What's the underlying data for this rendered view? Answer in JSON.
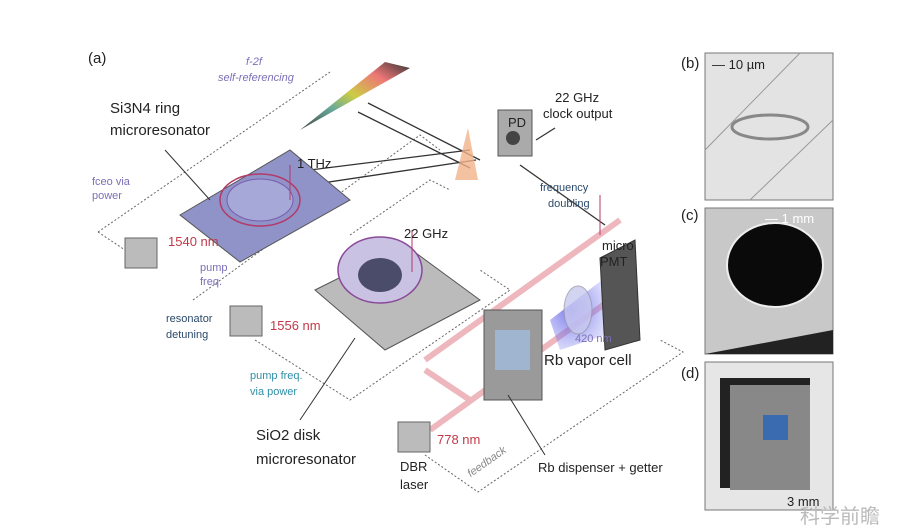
{
  "panel_a": {
    "label": "(a)",
    "f2f": "f-2f",
    "self_ref": "self-referencing",
    "si3n4_line1": "Si3N4 ring",
    "si3n4_line2": "microresonator",
    "one_thz": "1 THz",
    "fceo_line1": "fceo via",
    "fceo_line2": "power",
    "nm1540": "1540 nm",
    "pump_freq_line1": "pump",
    "pump_freq_line2": "freq.",
    "ghz22": "22 GHz",
    "pd": "PD",
    "clock_line1": "22 GHz",
    "clock_line2": "clock output",
    "freq_doubling_line1": "frequency",
    "freq_doubling_line2": "doubling",
    "micro_pmt_line1": "micro",
    "micro_pmt_line2": "PMT",
    "res_detuning_line1": "resonator",
    "res_detuning_line2": "detuning",
    "nm1556": "1556 nm",
    "nm420": "420 nm",
    "rb_cell": "Rb vapor cell",
    "pump_power_line1": "pump freq.",
    "pump_power_line2": "via power",
    "sio2_line1": "SiO2 disk",
    "sio2_line2": "microresonator",
    "dbr_line1": "DBR",
    "dbr_line2": "laser",
    "nm778": "778 nm",
    "feedback": "feedback",
    "rb_dispenser": "Rb dispenser + getter"
  },
  "panel_b": {
    "label": "(b)",
    "scale": "10 µm"
  },
  "panel_c": {
    "label": "(c)",
    "scale": "1 mm"
  },
  "panel_d": {
    "label": "(d)",
    "scale": "3 mm"
  },
  "watermark": "科学前瞻",
  "colors": {
    "red": "#c0394a",
    "purple": "#7b6fb8",
    "teal": "#2f8fa8"
  }
}
